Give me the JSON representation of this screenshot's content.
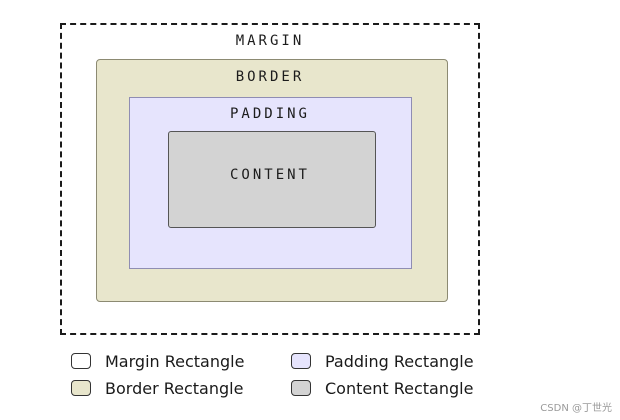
{
  "diagram": {
    "margin": {
      "label": "MARGIN",
      "fill": "#ffffff",
      "stroke": "#1a1a1a"
    },
    "border": {
      "label": "BORDER",
      "fill": "#e8e6cc",
      "stroke": "#8c8a72"
    },
    "padding": {
      "label": "PADDING",
      "fill": "#e6e4fd",
      "stroke": "#8f8db3"
    },
    "content": {
      "label": "CONTENT",
      "fill": "#d3d3d3",
      "stroke": "#555555"
    }
  },
  "legend": {
    "items": [
      {
        "label": "Margin Rectangle",
        "color": "#ffffff"
      },
      {
        "label": "Padding Rectangle",
        "color": "#e6e4fd"
      },
      {
        "label": "Border Rectangle",
        "color": "#e8e6cc"
      },
      {
        "label": "Content Rectangle",
        "color": "#d3d3d3"
      }
    ]
  },
  "watermark": "CSDN @丁世光"
}
